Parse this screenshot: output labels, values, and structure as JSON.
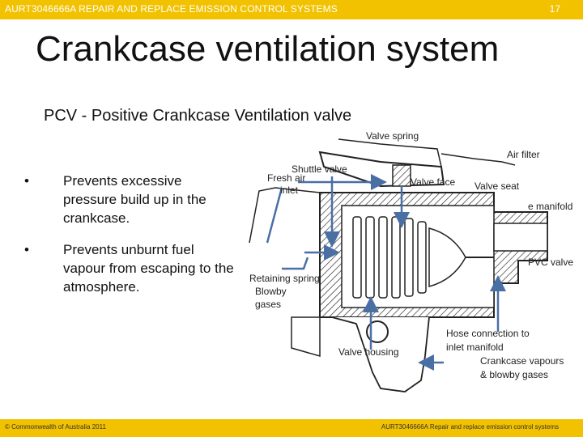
{
  "header": {
    "course": "AURT3046666A REPAIR AND REPLACE EMISSION CONTROL SYSTEMS",
    "page_number": "17"
  },
  "slide": {
    "title": "Crankcase ventilation system",
    "subtitle": "PCV - Positive Crankcase Ventilation valve",
    "bullets": [
      "Prevents excessive pressure build up in the crankcase.",
      "Prevents unburnt fuel vapour from escaping to the atmosphere."
    ]
  },
  "diagram_labels": {
    "valve_spring": "Valve spring",
    "air_filter": "Air filter",
    "shuttle_valve": "Shuttle valve",
    "fresh_air_inlet_1": "Fresh air",
    "fresh_air_inlet_2": "inlet",
    "valve_face": "Valve face",
    "valve_seat": "Valve seat",
    "manifold": "e manifold",
    "pvc_valve": "PVC valve",
    "retaining_spring": "Retaining spring",
    "blowby_gases_1": "Blowby",
    "blowby_gases_2": "gases",
    "valve_housing": "Valve housing",
    "hose_connection_1": "Hose connection to",
    "hose_connection_2": "inlet manifold",
    "crankcase_vapours_1": "Crankcase vapours",
    "crankcase_vapours_2": "& blowby gases"
  },
  "colors": {
    "bar": "#f2c200",
    "arrow": "#4a6fa5"
  },
  "footer": {
    "copyright": "© Commonwealth of Australia 2011",
    "course_footer": "AURT3046666A Repair and replace emission control systems"
  }
}
